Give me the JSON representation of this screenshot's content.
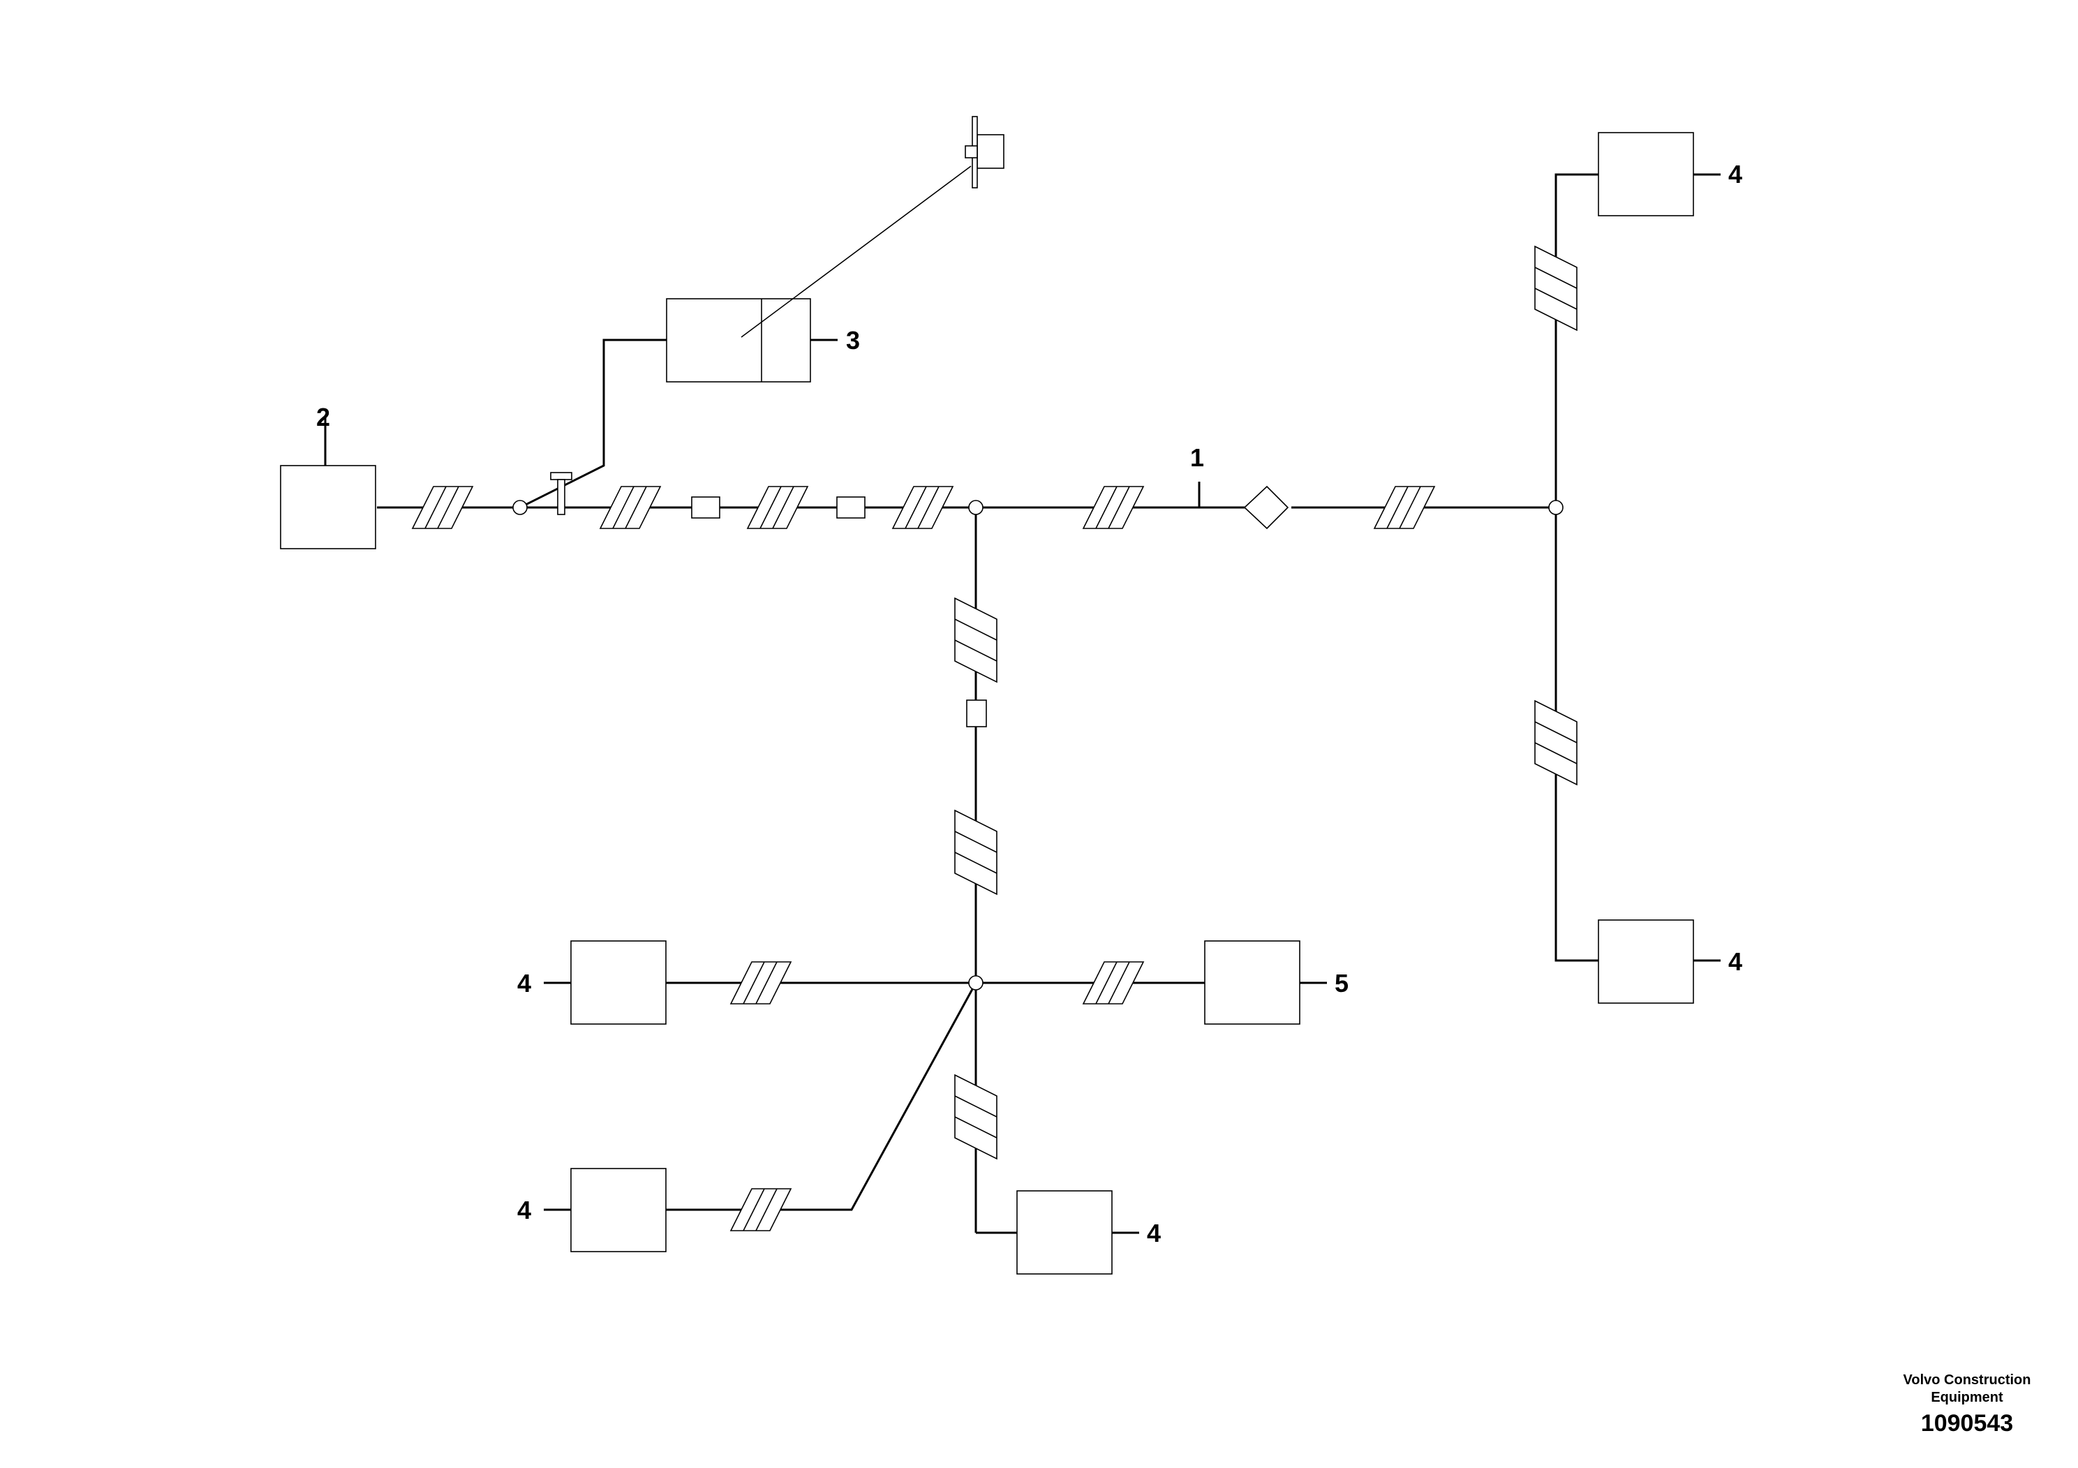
{
  "callouts": {
    "harness": "1",
    "component_left": "2",
    "component_top": "3",
    "component_4": "4",
    "component_5": "5"
  },
  "footer": {
    "company_line1": "Volvo Construction",
    "company_line2": "Equipment",
    "drawing_number": "1090543"
  }
}
